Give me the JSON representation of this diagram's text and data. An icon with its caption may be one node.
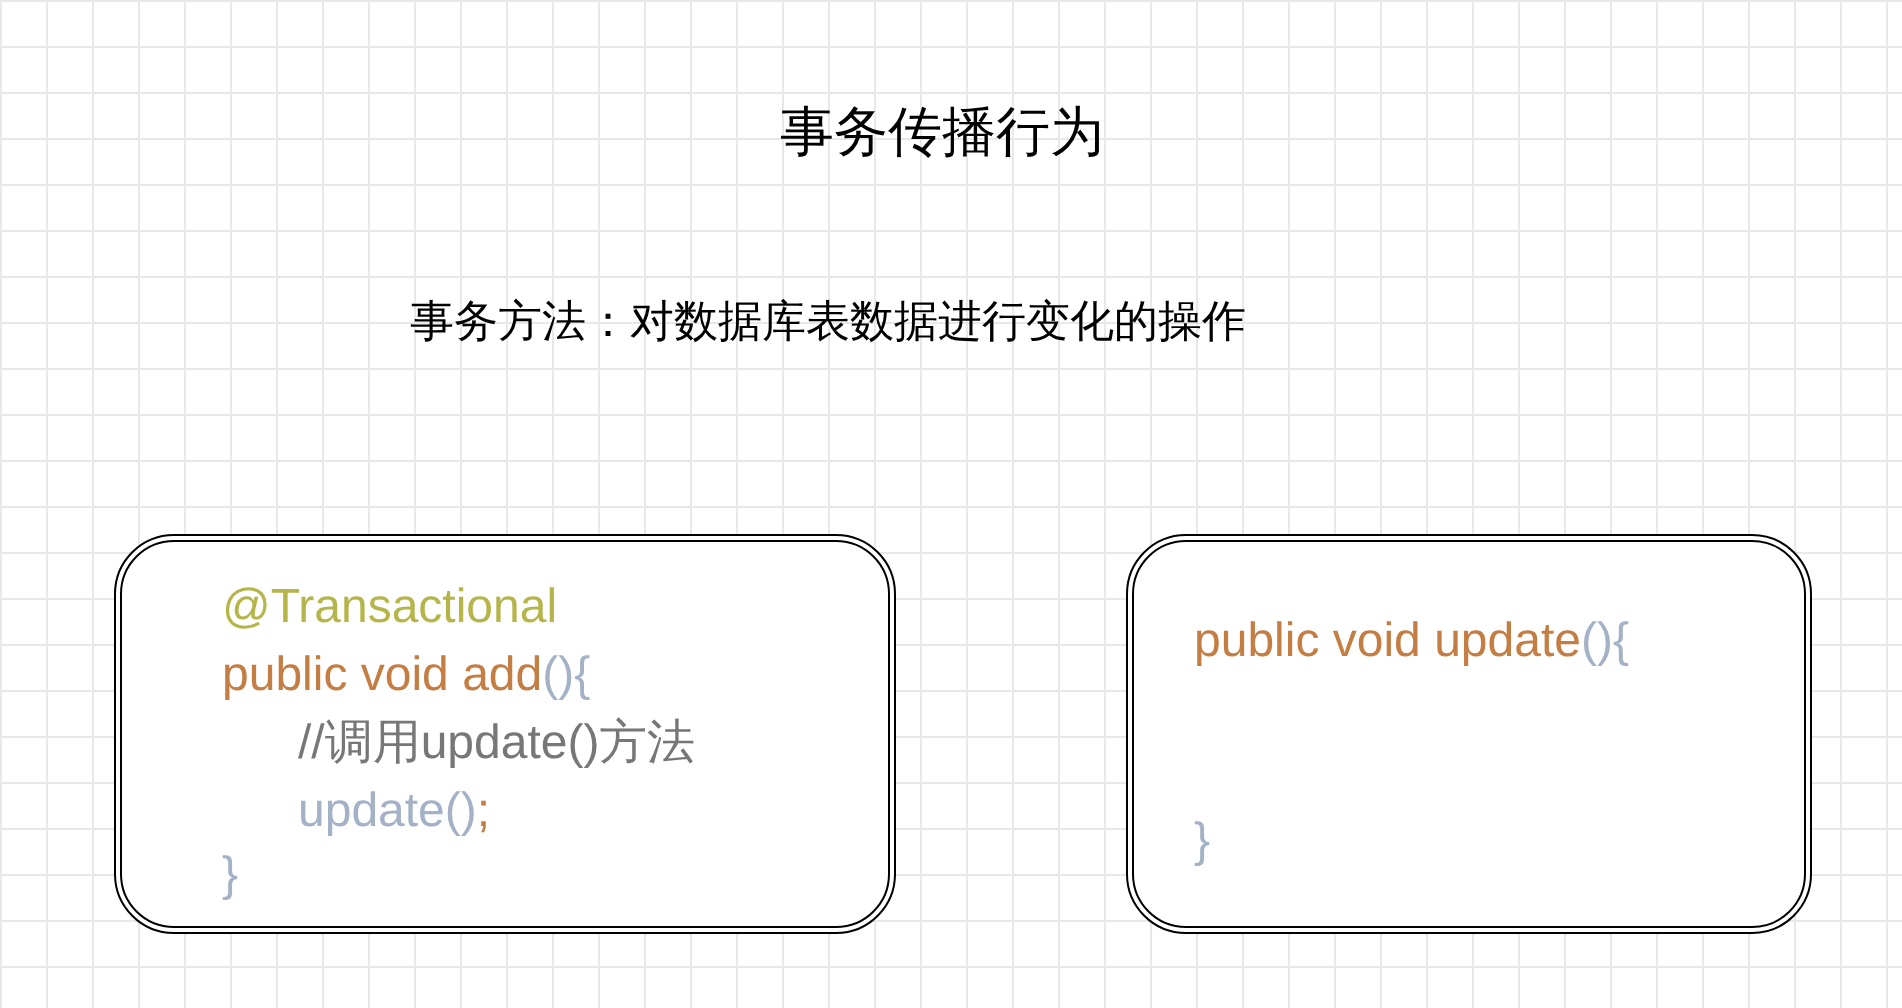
{
  "diagram": {
    "title": "事务传播行为",
    "nodes": [
      {
        "text": [
          "@Transactional",
          "public void add(){",
          "//调用update()方法",
          "update();",
          "}"
        ]
      },
      {
        "text": [
          "public void update(){",
          "}"
        ]
      }
    ],
    "labels": [
      "事务方法：对数据库表数据进行变化的操作"
    ]
  }
}
